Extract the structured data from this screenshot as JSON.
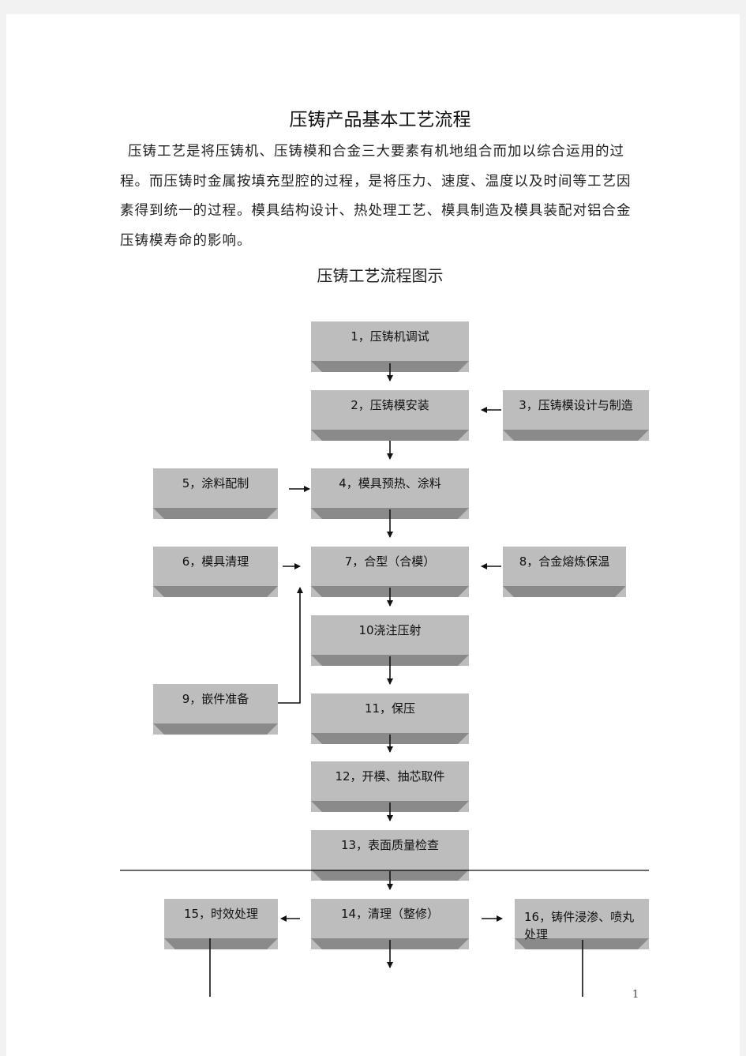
{
  "document": {
    "title": "压铸产品基本工艺流程",
    "intro": "压铸工艺是将压铸机、压铸模和合金三大要素有机地组合而加以综合运用的过程。而压铸时金属按填充型腔的过程，是将压力、速度、温度以及时间等工艺因素得到统一的过程。模具结构设计、热处理工艺、模具制造及模具装配对铝合金压铸模寿命的影响。",
    "diagram_title": "压铸工艺流程图示",
    "page_number": "1"
  },
  "steps": {
    "s1": "1，压铸机调试",
    "s2": "2，压铸模安装",
    "s3": "3，压铸模设计与制造",
    "s4": "4，模具预热、涂料",
    "s5": "5，涂料配制",
    "s6": "6，模具清理",
    "s7": "7，合型（合模）",
    "s8": "8，合金熔炼保温",
    "s9": "9，嵌件准备",
    "s10": "10浇注压射",
    "s11": "11，保压",
    "s12": "12，开模、抽芯取件",
    "s13": "13，表面质量检查",
    "s14": "14，清理（整修）",
    "s15": "15，时效处理",
    "s16": "16，铸件浸渗、喷丸处理"
  }
}
